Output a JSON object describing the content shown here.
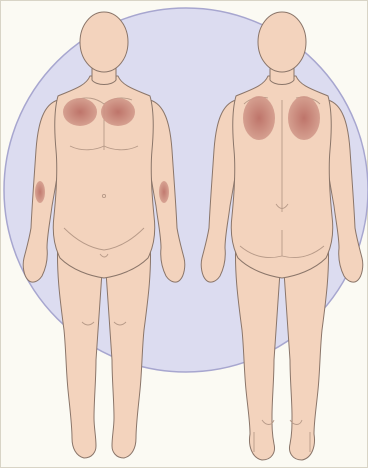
{
  "figure": {
    "colors": {
      "page_background": "#fbfaf3",
      "frame_border": "#d8d4c6",
      "backdrop_circle_fill": "#dcdcf0",
      "backdrop_circle_stroke": "#a7a6cf",
      "skin_fill": "#f3d3bd",
      "skin_stroke": "#8a7569",
      "detail_line": "#b79a88",
      "highlighted_area_fill": "#c9857a",
      "highlighted_area_core": "#b86a61"
    },
    "views": [
      {
        "name": "front-view",
        "highlighted_areas": [
          "chest-left",
          "chest-right",
          "inner-elbow-left",
          "inner-elbow-right"
        ]
      },
      {
        "name": "back-view",
        "highlighted_areas": [
          "upper-back-left",
          "upper-back-right"
        ]
      }
    ]
  }
}
